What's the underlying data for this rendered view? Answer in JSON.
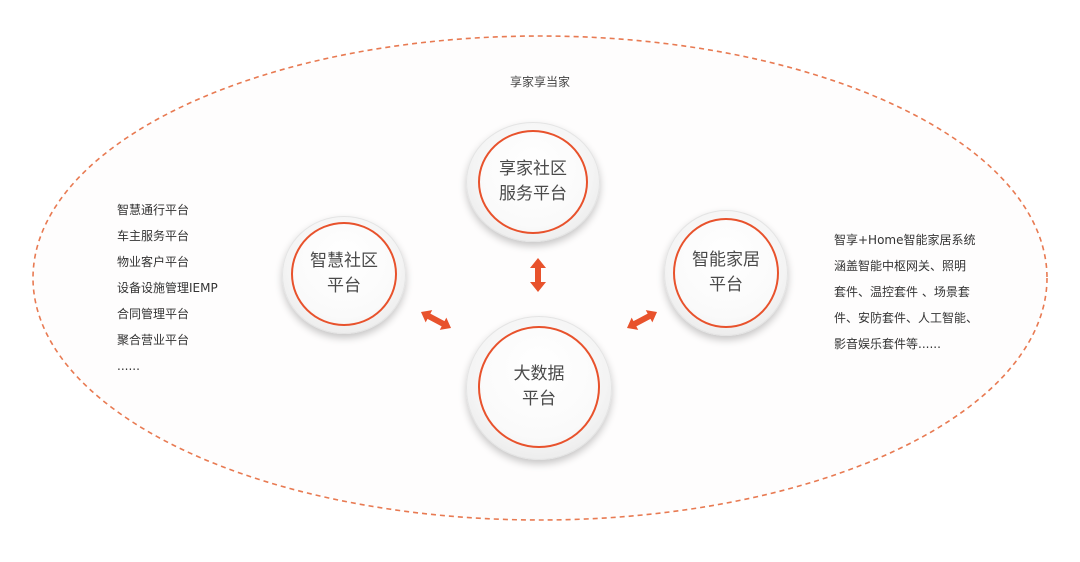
{
  "diagram": {
    "outer_label": "享家享当家",
    "nodes": {
      "top": {
        "lines": [
          "享家社区",
          "服务平台"
        ]
      },
      "left": {
        "lines": [
          "智慧社区",
          "平台"
        ]
      },
      "right": {
        "lines": [
          "智能家居",
          "平台"
        ]
      },
      "bottom": {
        "lines": [
          "大数据",
          "平台"
        ]
      }
    },
    "left_list": {
      "items": [
        "智慧通行平台",
        "车主服务平台",
        "物业客户平台",
        "设备设施管理IEMP",
        "合同管理平台",
        "聚合营业平台",
        "......"
      ]
    },
    "right_description": {
      "lines": [
        "智享+Home智能家居系统",
        "涵盖智能中枢网关、照明",
        "套件、温控套件 、场景套",
        "件、安防套件、人工智能、",
        "影音娱乐套件等......"
      ]
    },
    "colors": {
      "accent": "#e8522c",
      "ellipse_dash": "#e87a52",
      "text": "#4a4a4a"
    }
  }
}
